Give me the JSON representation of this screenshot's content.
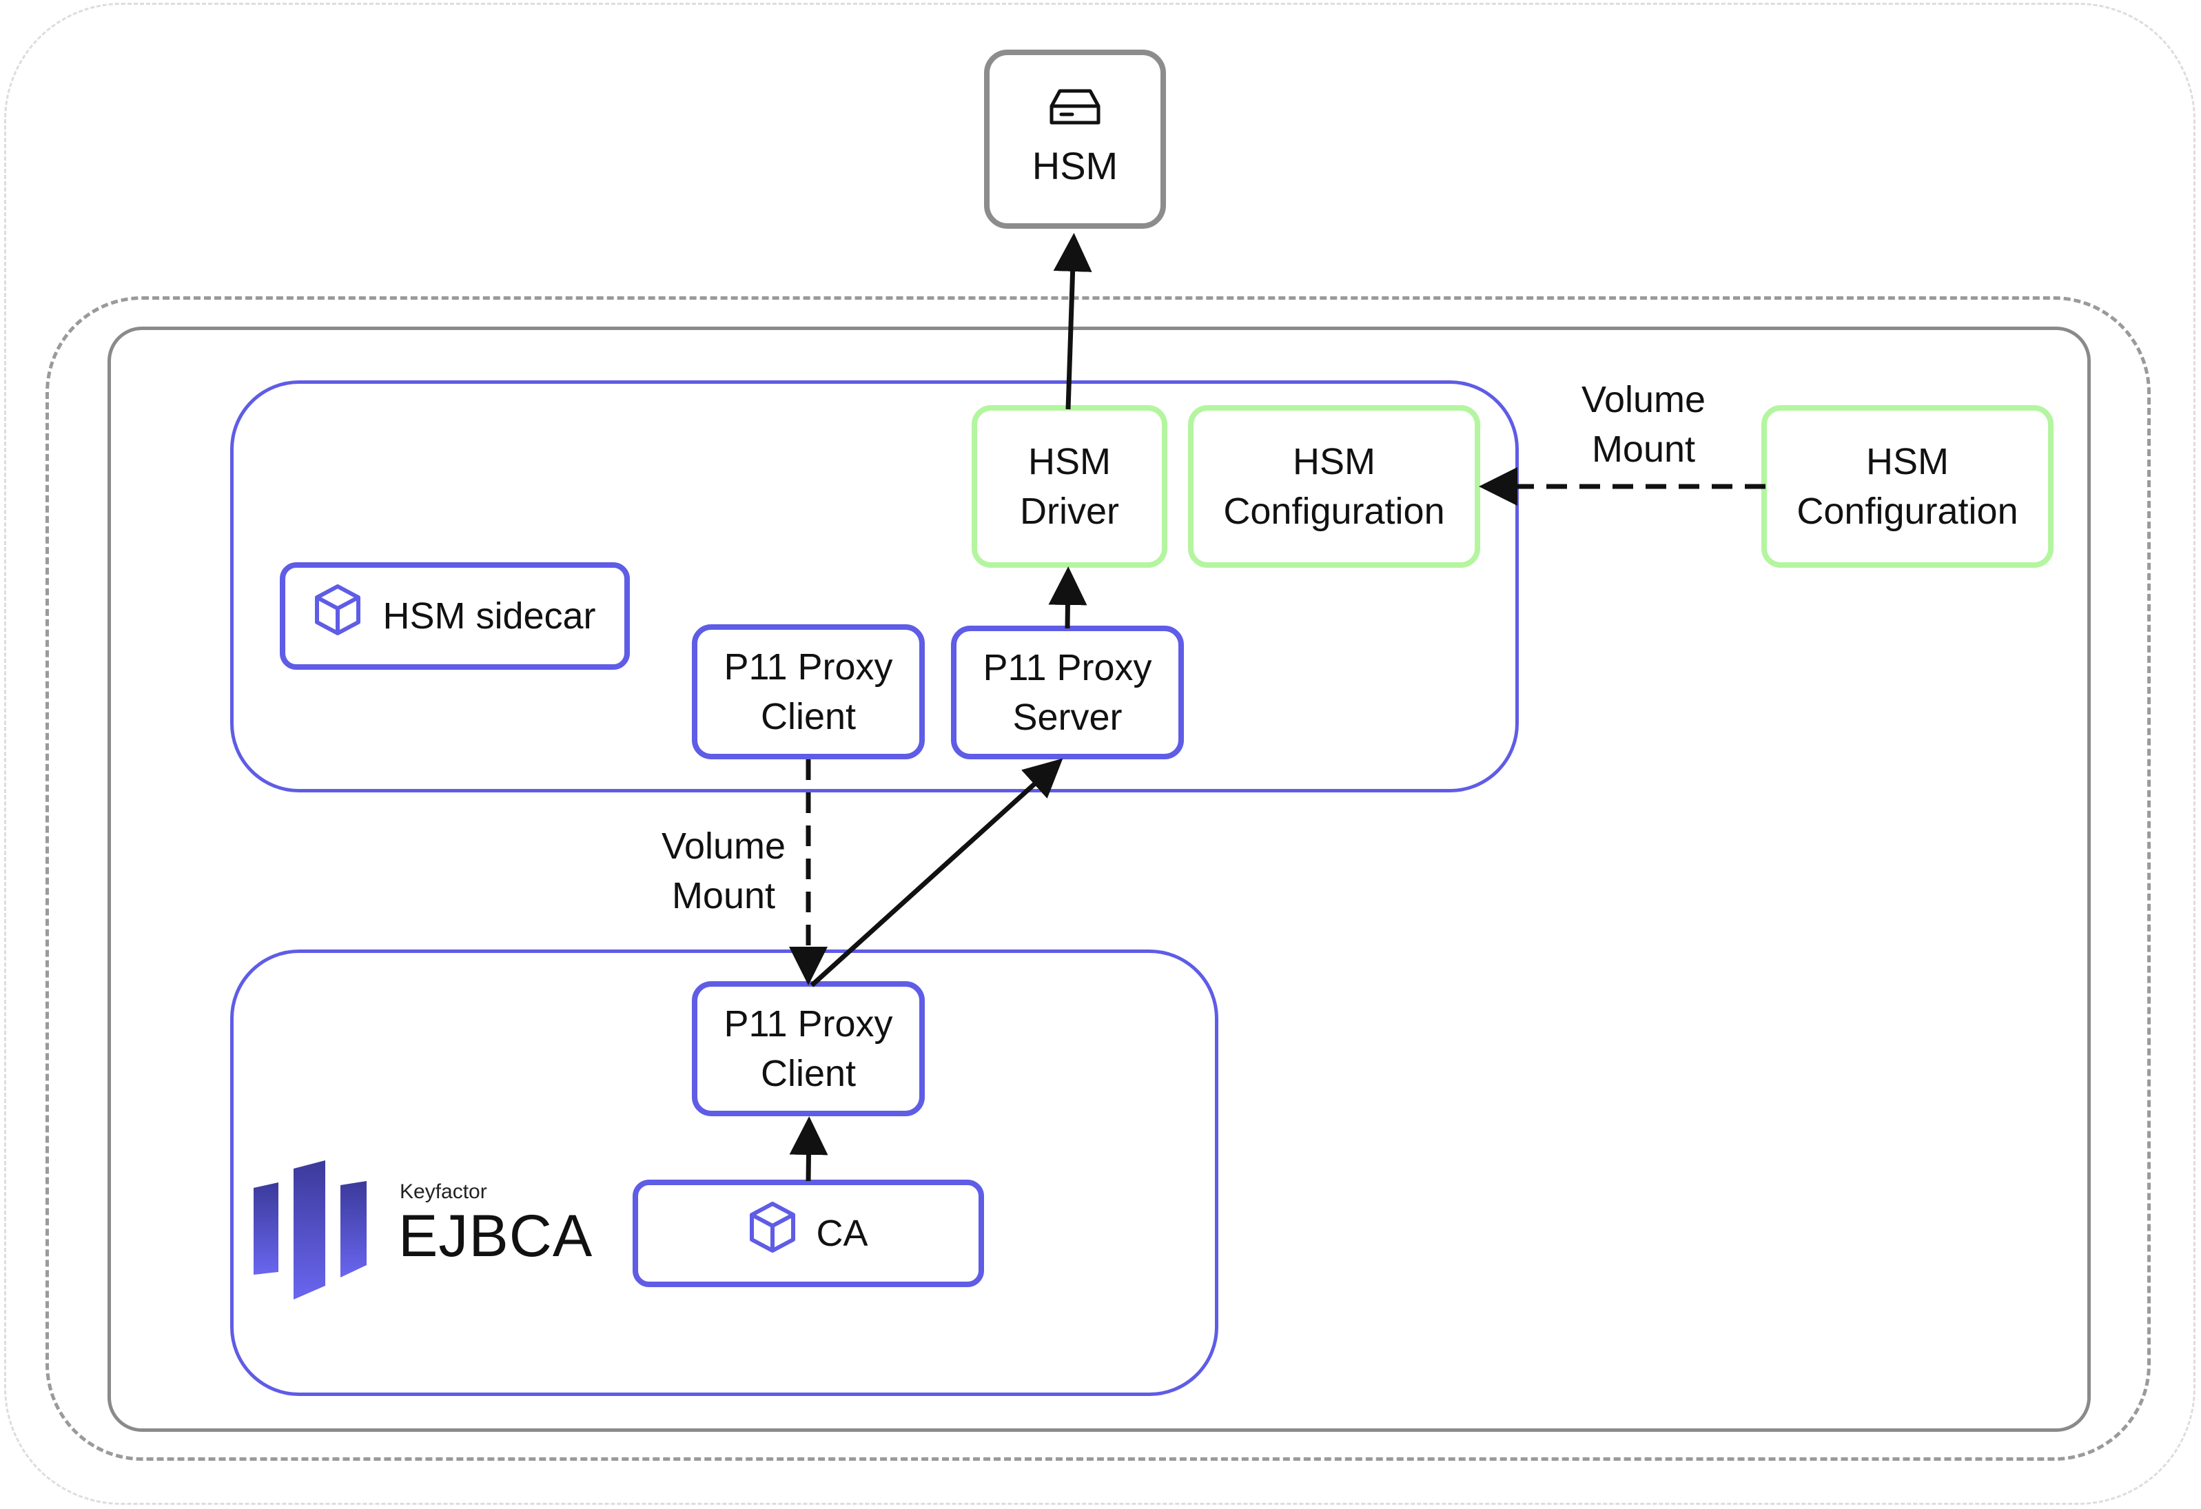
{
  "hsm": {
    "label": "HSM",
    "icon": "hsm-device-icon"
  },
  "sidecar_pod": {
    "title": "HSM sidecar",
    "icon": "cube-icon",
    "p11_proxy_client": "P11 Proxy\nClient",
    "p11_proxy_server": "P11 Proxy\nServer",
    "hsm_driver": "HSM\nDriver",
    "hsm_configuration": "HSM\nConfiguration"
  },
  "external_config": "HSM\nConfiguration",
  "volume_mount_top": "Volume\nMount",
  "volume_mount_mid": "Volume\nMount",
  "ejbca_pod": {
    "p11_proxy_client": "P11 Proxy\nClient",
    "ca": "CA",
    "ca_icon": "cube-icon"
  },
  "logo": {
    "brand": "Keyfactor",
    "product": "EJBCA"
  },
  "colors": {
    "pod_border": "#5f5ce6",
    "config_border": "#b4f5a0",
    "hsm_border": "#8c8c8c",
    "arrow": "#111111"
  }
}
